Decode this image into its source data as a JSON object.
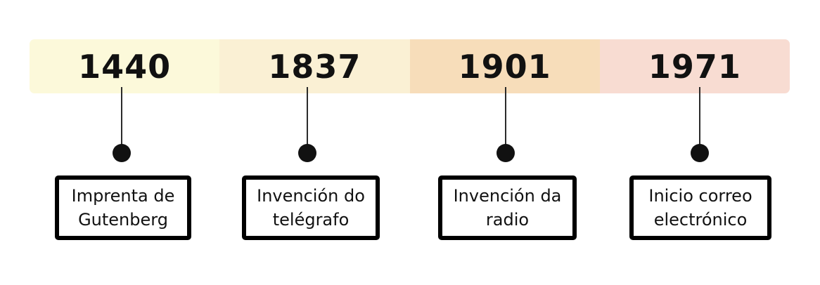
{
  "timeline": {
    "events": [
      {
        "year": "1440",
        "band_color": "#fcf9da",
        "label": [
          "Imprenta de",
          "Gutenberg"
        ]
      },
      {
        "year": "1837",
        "band_color": "#faf0d4",
        "label": [
          "Invención do",
          "telégrafo"
        ]
      },
      {
        "year": "1901",
        "band_color": "#f7ddba",
        "label": [
          "Invención da",
          "radio"
        ]
      },
      {
        "year": "1971",
        "band_color": "#f8dcd2",
        "label": [
          "Inicio correo",
          "electrónico"
        ]
      }
    ],
    "colors": {
      "dot": "#111111",
      "connector": "#2b2b2b",
      "box_border": "#000000",
      "text": "#111111",
      "background": "#ffffff"
    }
  }
}
